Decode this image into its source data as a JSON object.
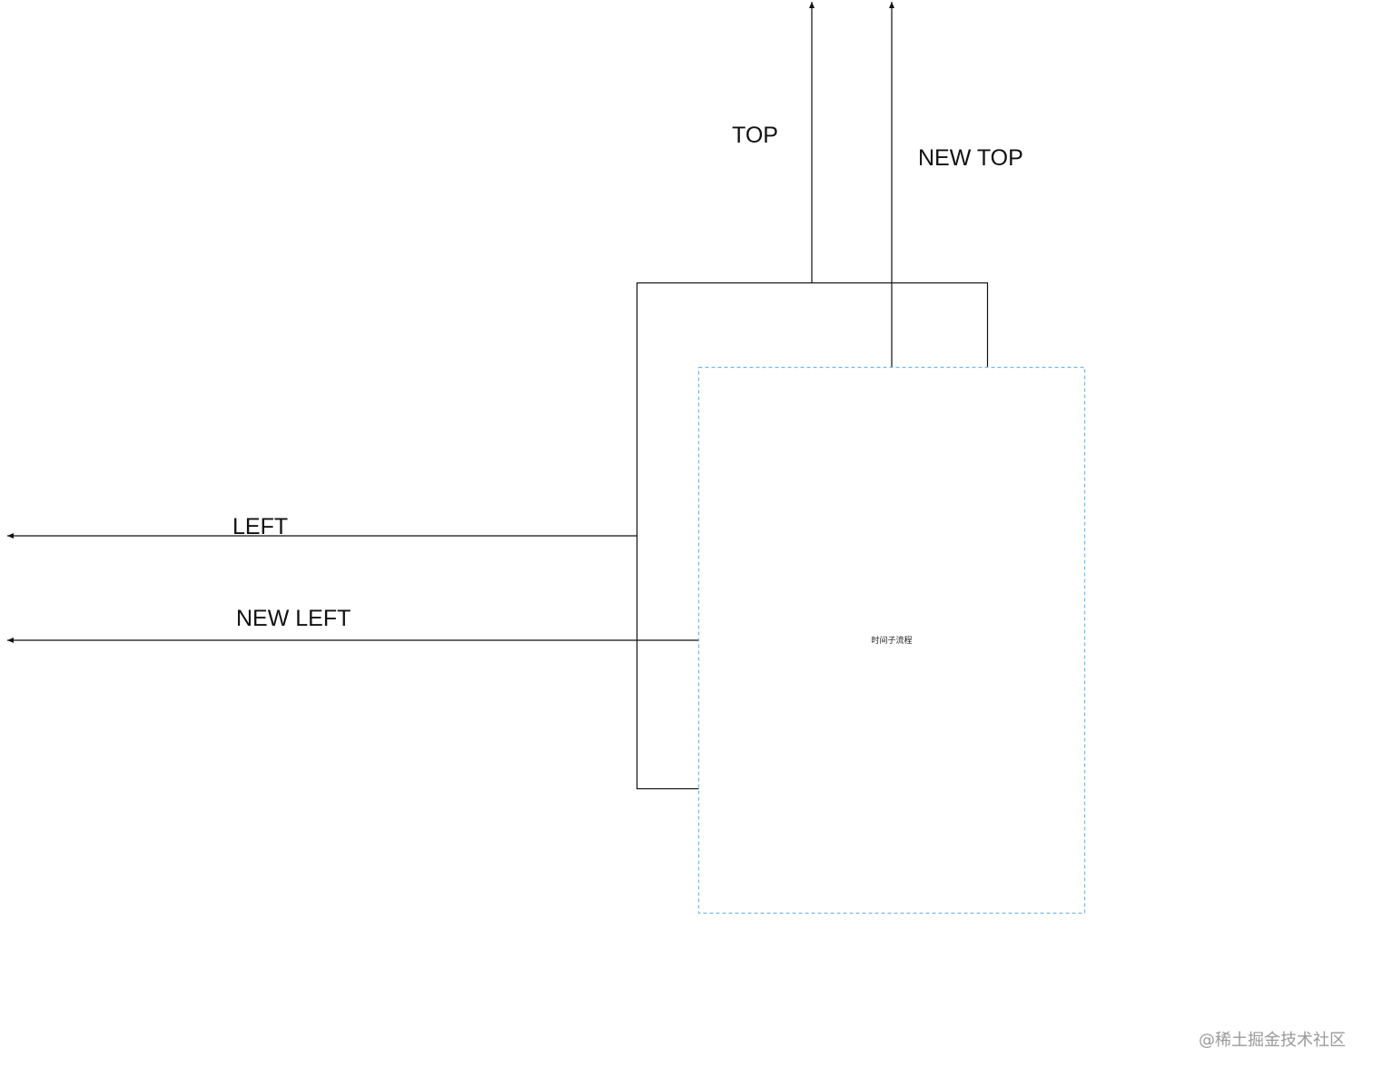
{
  "labels": {
    "top": "TOP",
    "new_top": "NEW TOP",
    "left": "LEFT",
    "new_left": "NEW LEFT"
  },
  "node": {
    "text": "时间子流程",
    "border_color": "#7ab8e8"
  },
  "outline_color": "#111111",
  "watermark": "@稀土掘金技术社区"
}
